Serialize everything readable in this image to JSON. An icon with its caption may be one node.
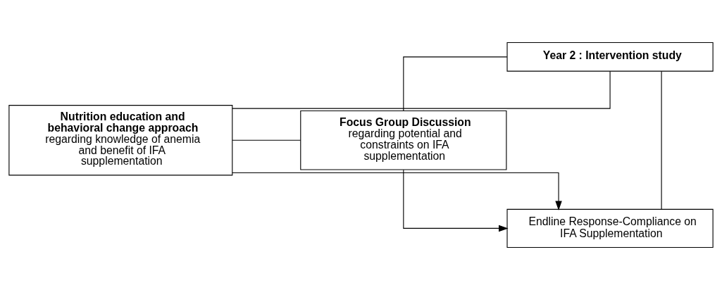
{
  "diagram": {
    "nodes": [
      {
        "text": [
          "Year 2 : Intervention study"
        ]
      },
      {
        "text": [
          "Nutrition education and behavioral change approach",
          "regarding knowledge of anemia and benefit of IFA supplementation"
        ]
      },
      {
        "text": [
          "Focus Group Discussion",
          "regarding potential and constraints on IFA supplementation"
        ]
      },
      {
        "text": [
          "Endline Response-Compliance on IFA Supplementation"
        ]
      }
    ],
    "edges": [
      {
        "from": 0,
        "to": 1,
        "arrow": "none"
      },
      {
        "from": 0,
        "to": 2,
        "arrow": "none"
      },
      {
        "from": 0,
        "to": 3,
        "arrow": "none"
      },
      {
        "from": 1,
        "to": 2,
        "arrow": "none"
      },
      {
        "from": 1,
        "to": 3,
        "arrow": "to"
      },
      {
        "from": 2,
        "to": 3,
        "arrow": "to"
      }
    ]
  }
}
